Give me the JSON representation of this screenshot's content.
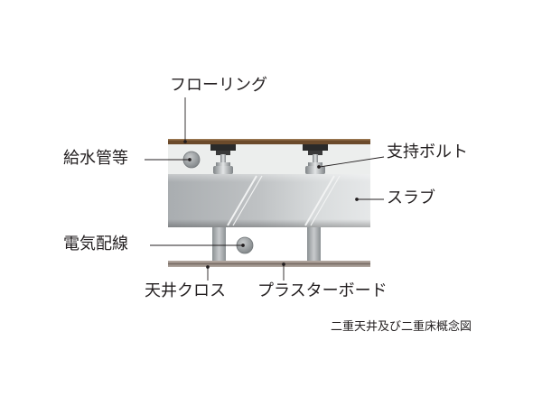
{
  "labels": {
    "flooring": "フローリング",
    "water_pipes": "給水管等",
    "support_bolt": "支持ボルト",
    "slab": "スラブ",
    "electrical_wiring": "電気配線",
    "ceiling_cloth": "天井クロス",
    "plasterboard": "プラスターボード"
  },
  "caption": "二重天井及び二重床概念図",
  "colors": {
    "flooring": "#6b4a2b",
    "floor_air_gap": "#e9ebea",
    "slab": "#b6b9bb",
    "slab_right": "#dcdfe0",
    "support_bolt_pad": "#2a2a2a",
    "hanger_post": "#9ea3a6",
    "ceiling_board": "#9c8f86",
    "pipe_marker": "#8f9497",
    "leader_line": "#231f20"
  },
  "icons": [
    "pipe-circle-icon",
    "wire-circle-icon"
  ]
}
